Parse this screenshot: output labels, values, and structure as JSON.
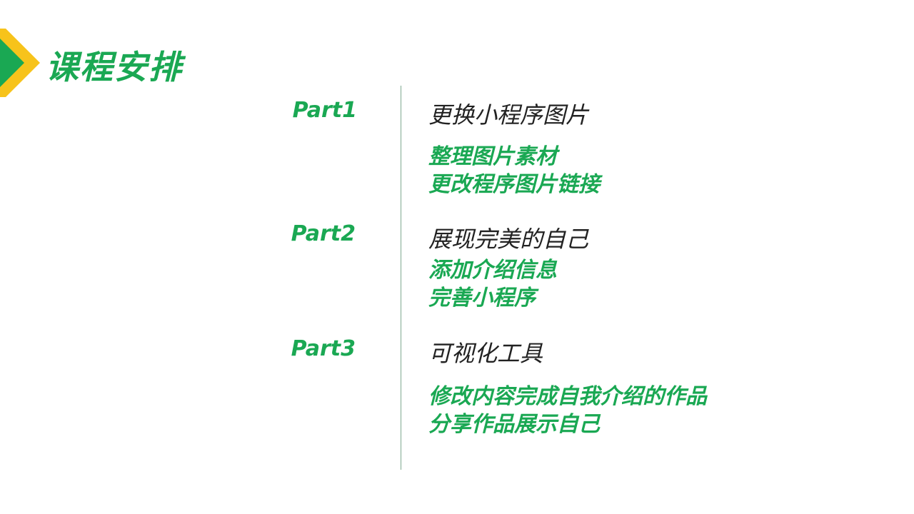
{
  "colors": {
    "accent_green": "#1aa853",
    "accent_yellow": "#f7c31b",
    "heading_text": "#222222"
  },
  "title": "课程安排",
  "sections": [
    {
      "part": "Part1",
      "heading": "更换小程序图片",
      "points": [
        "整理图片素材",
        "更改程序图片链接"
      ]
    },
    {
      "part": "Part2",
      "heading": "展现完美的自己",
      "points": [
        "添加介绍信息",
        "完善小程序"
      ]
    },
    {
      "part": "Part3",
      "heading": "可视化工具",
      "points": [
        "修改内容完成自我介绍的作品",
        "分享作品展示自己"
      ]
    }
  ]
}
